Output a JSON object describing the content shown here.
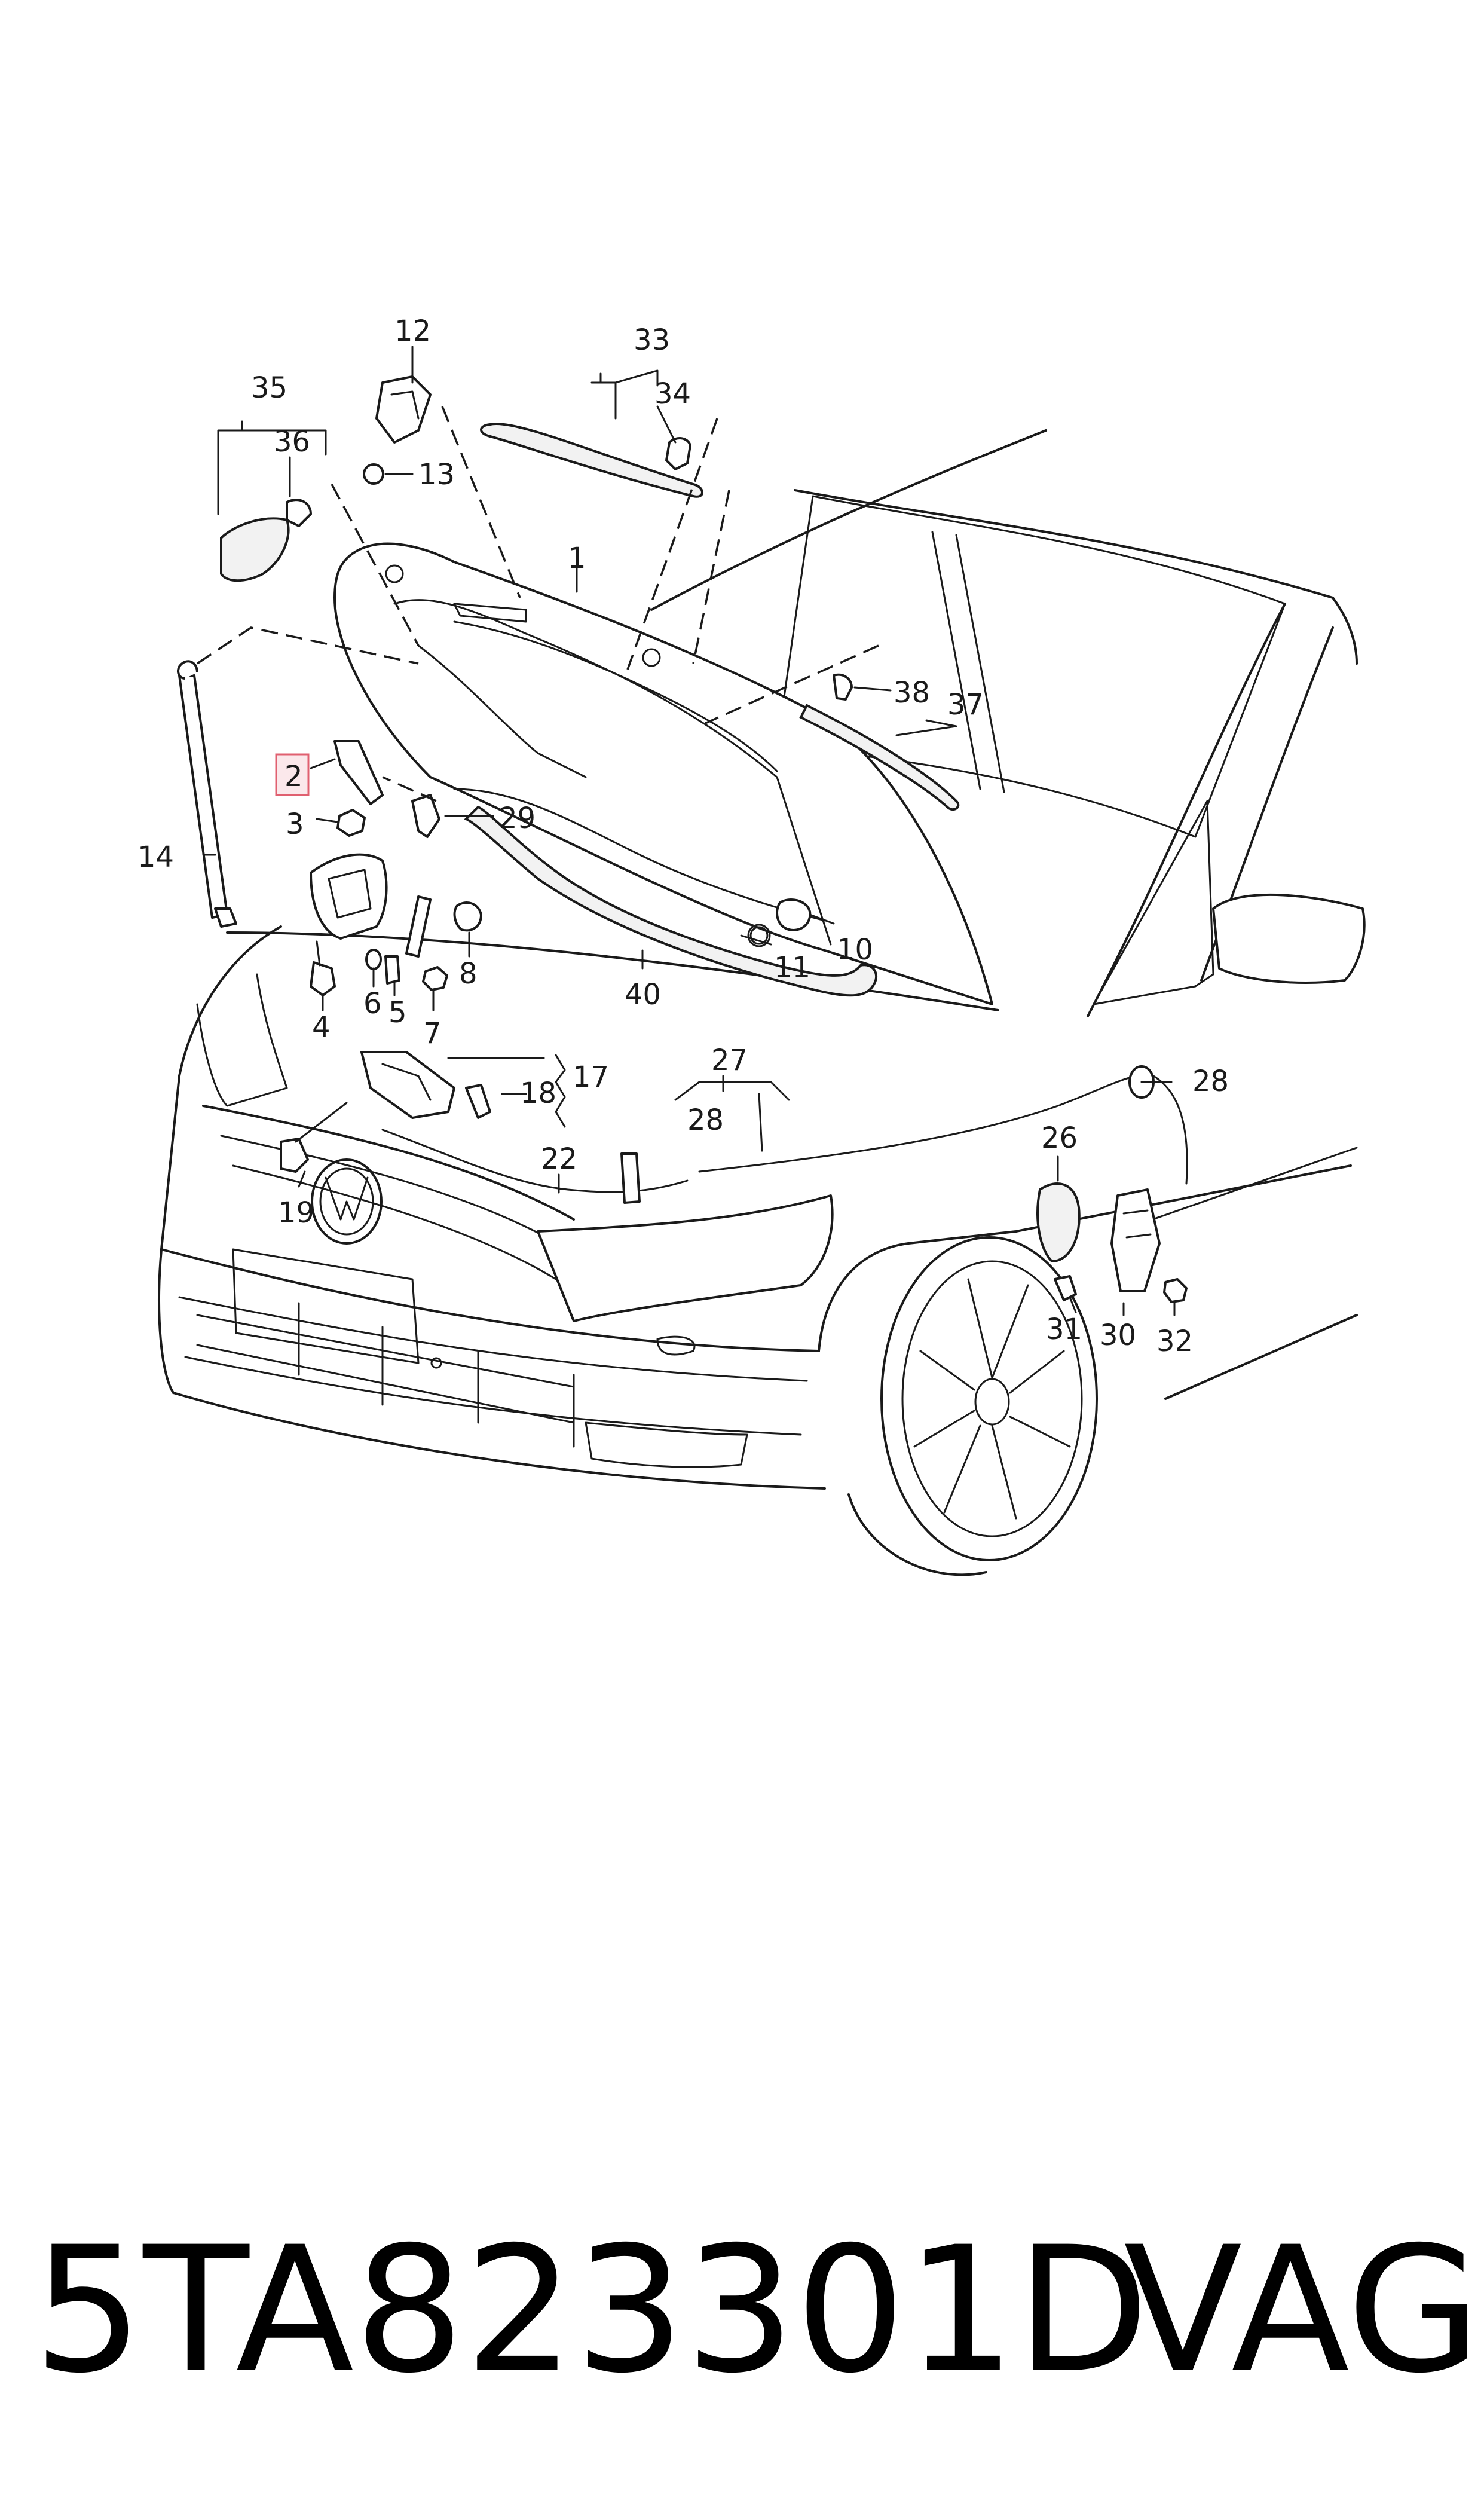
{
  "diagram": {
    "callouts": [
      {
        "id": "c1",
        "label": "1"
      },
      {
        "id": "c2",
        "label": "2"
      },
      {
        "id": "c3",
        "label": "3"
      },
      {
        "id": "c4",
        "label": "4"
      },
      {
        "id": "c5",
        "label": "5"
      },
      {
        "id": "c6",
        "label": "6"
      },
      {
        "id": "c7",
        "label": "7"
      },
      {
        "id": "c8",
        "label": "8"
      },
      {
        "id": "c10",
        "label": "10"
      },
      {
        "id": "c11",
        "label": "11"
      },
      {
        "id": "c12",
        "label": "12"
      },
      {
        "id": "c13",
        "label": "13"
      },
      {
        "id": "c14",
        "label": "14"
      },
      {
        "id": "c17",
        "label": "17"
      },
      {
        "id": "c18",
        "label": "18"
      },
      {
        "id": "c19",
        "label": "19"
      },
      {
        "id": "c22",
        "label": "22"
      },
      {
        "id": "c26",
        "label": "26"
      },
      {
        "id": "c27",
        "label": "27"
      },
      {
        "id": "c28a",
        "label": "28"
      },
      {
        "id": "c28b",
        "label": "28"
      },
      {
        "id": "c29",
        "label": "29"
      },
      {
        "id": "c30",
        "label": "30"
      },
      {
        "id": "c31",
        "label": "31"
      },
      {
        "id": "c32",
        "label": "32"
      },
      {
        "id": "c33",
        "label": "33"
      },
      {
        "id": "c34",
        "label": "34"
      },
      {
        "id": "c35",
        "label": "35"
      },
      {
        "id": "c36",
        "label": "36"
      },
      {
        "id": "c37",
        "label": "37"
      },
      {
        "id": "c38",
        "label": "38"
      },
      {
        "id": "c40",
        "label": "40"
      }
    ],
    "highlighted_callout": "2",
    "highlight_color": "#e06070"
  },
  "footer": {
    "part_number": "5TA823301D",
    "brand": "VAG"
  }
}
